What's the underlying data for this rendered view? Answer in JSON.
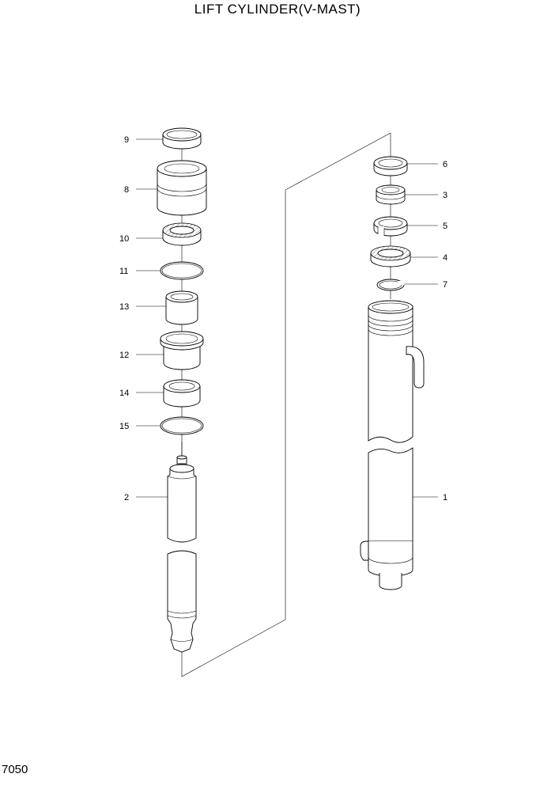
{
  "title": "LIFT CYLINDER(V-MAST)",
  "page_number": "7050",
  "callouts": {
    "c1": "1",
    "c2": "2",
    "c3": "3",
    "c4": "4",
    "c5": "5",
    "c6": "6",
    "c7": "7",
    "c8": "8",
    "c9": "9",
    "c10": "10",
    "c11": "11",
    "c12": "12",
    "c13": "13",
    "c14": "14",
    "c15": "15"
  }
}
